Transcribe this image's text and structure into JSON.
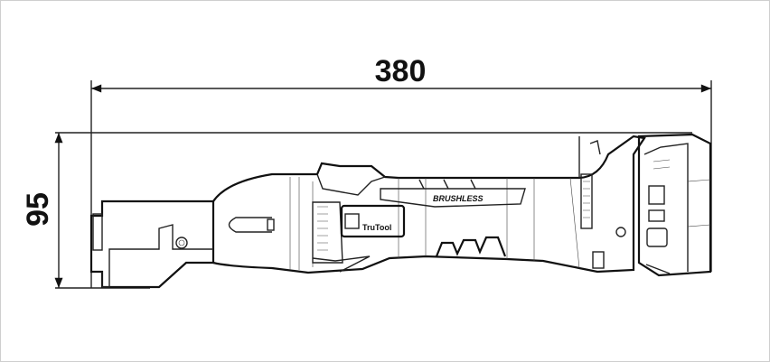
{
  "drawing": {
    "length_dimension": "380",
    "height_dimension": "95",
    "brand_label": "TruTool",
    "motor_label": "BRUSHLESS"
  }
}
